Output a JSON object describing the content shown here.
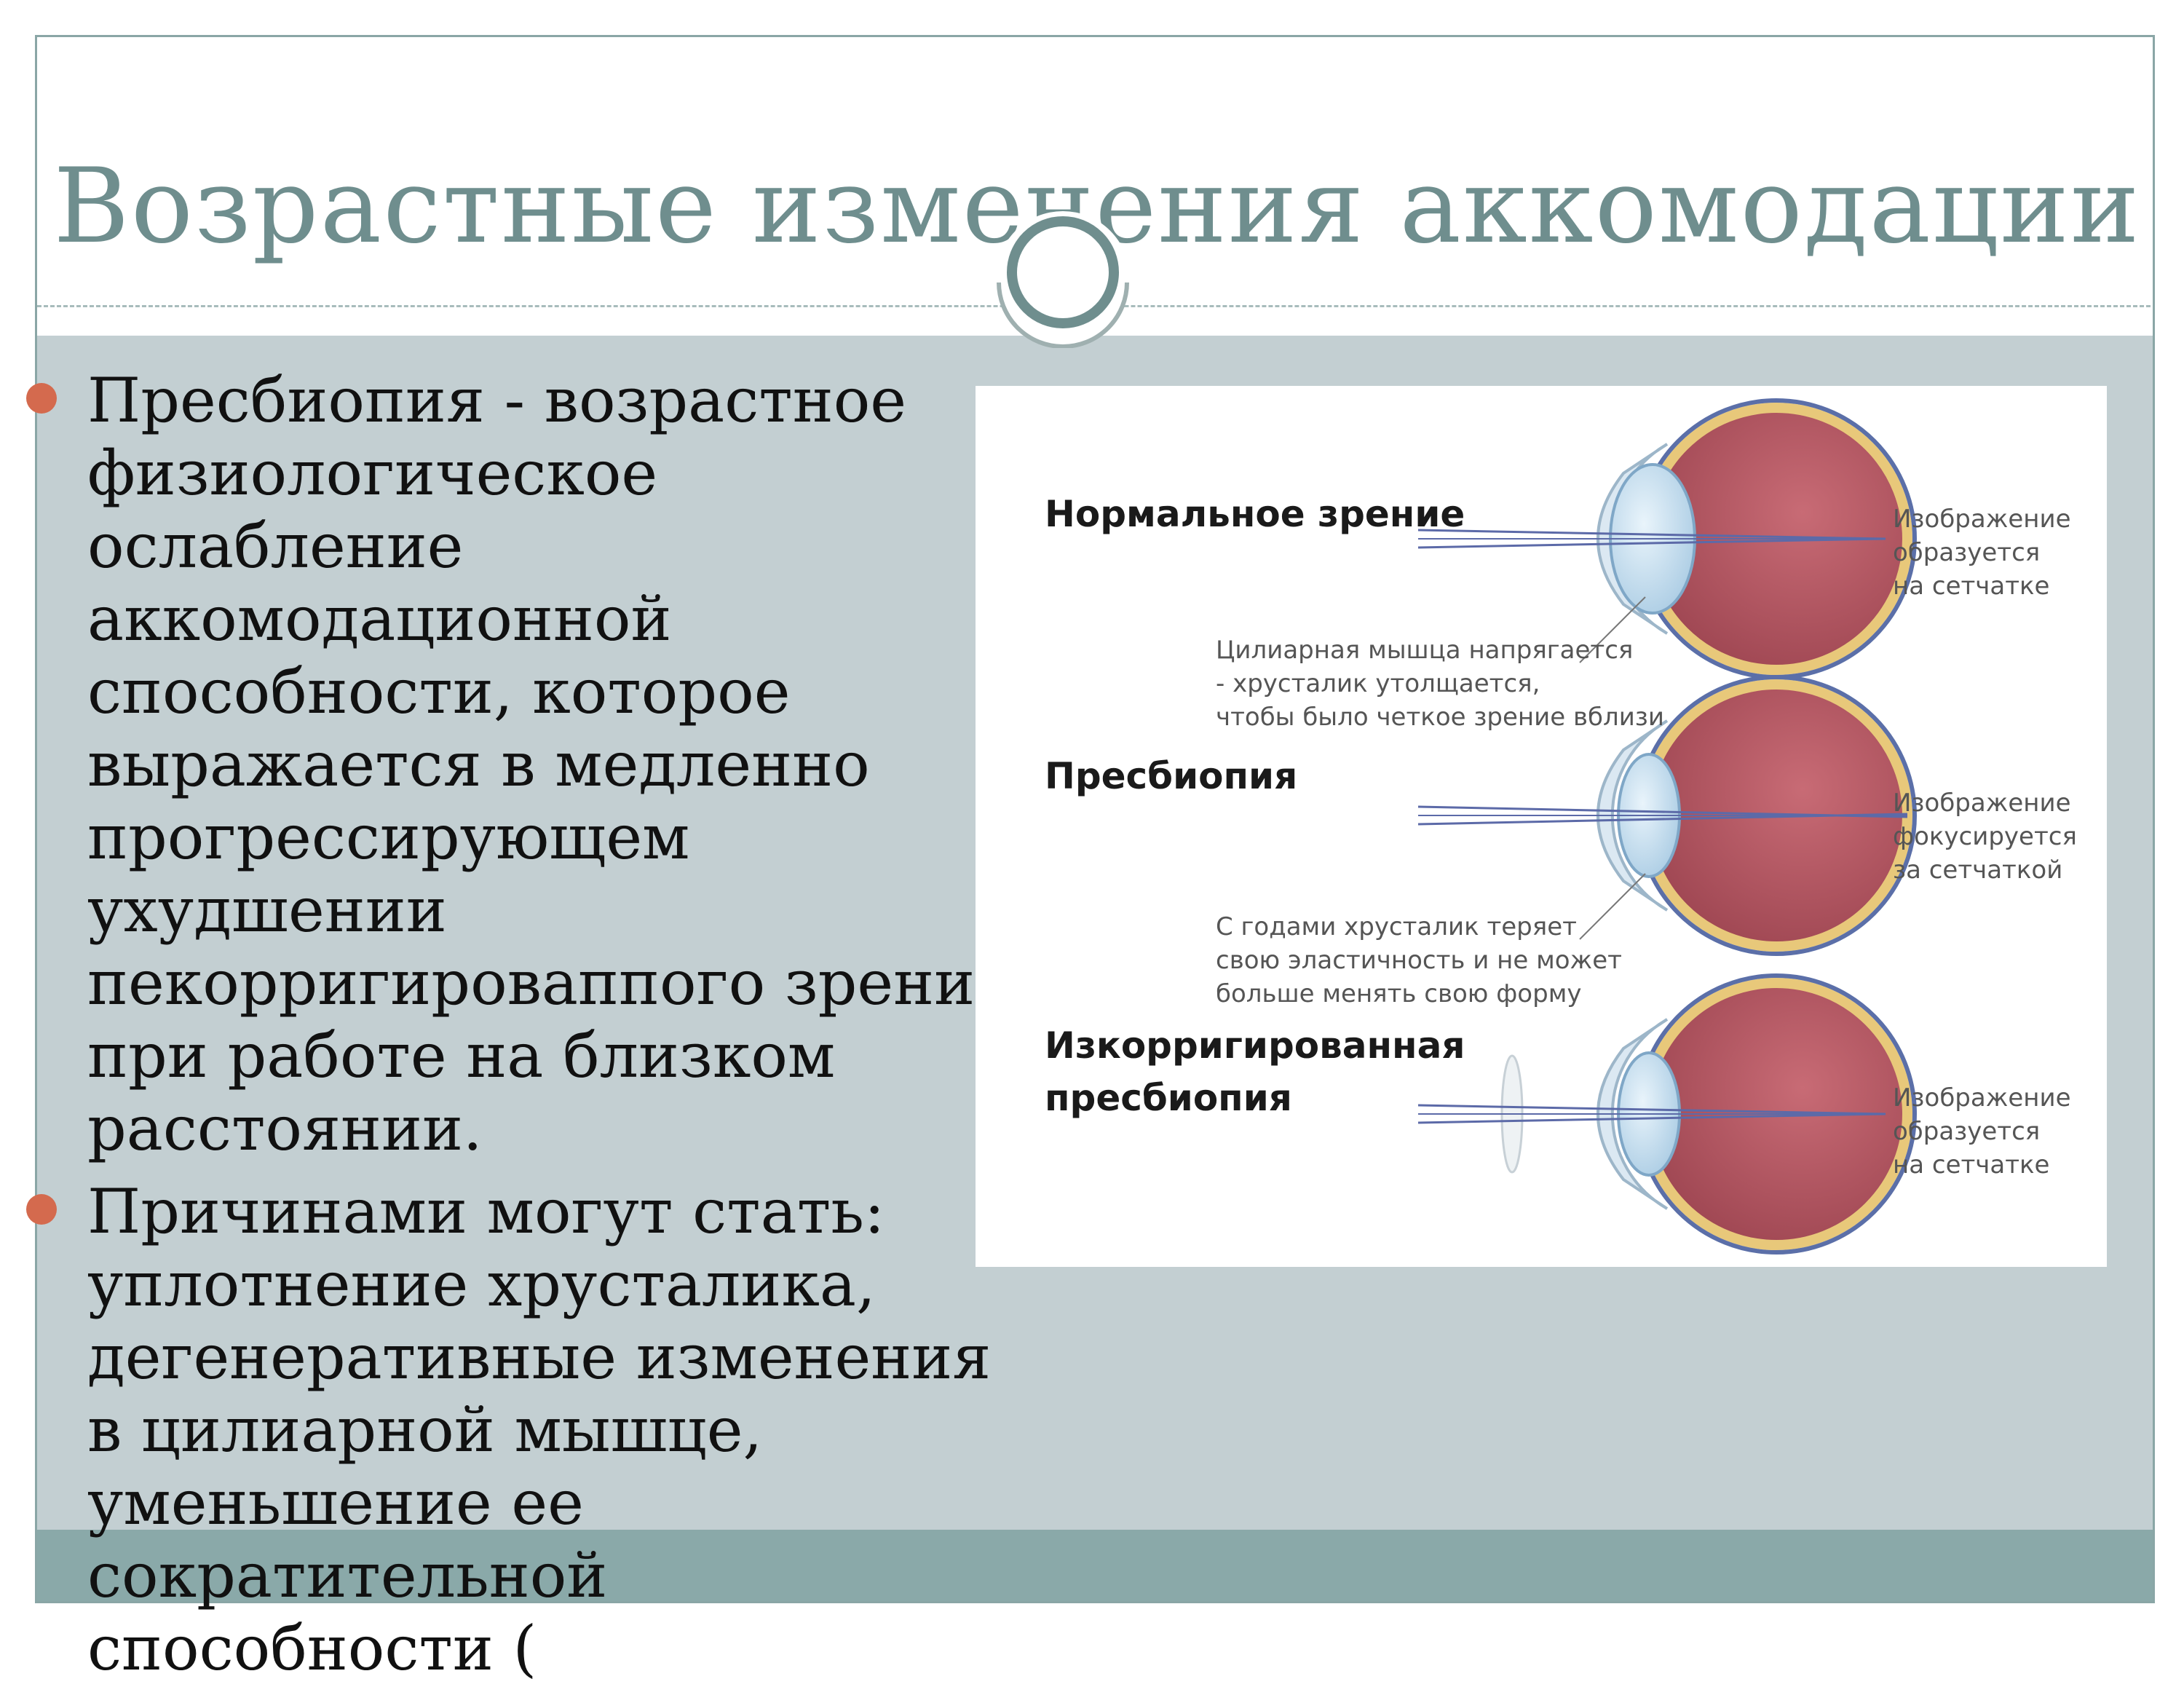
{
  "slide": {
    "title": "Возрастные изменения аккомодации"
  },
  "bullets": [
    {
      "text": "Пресбиопия - возрастное физиологическое ослабление аккомодационной способности, которое выражается в медленно прогрессирующем ухудшении пекорригироваппого зрения при работе на близком расстоянии."
    },
    {
      "text": "Причинами могут стать: уплотнение хрусталика, дегенеративные изменения в цилиарной мышце, уменьшение ее сократительной способности ("
    }
  ],
  "figure": {
    "panels": [
      {
        "heading_lines": [
          "Нормальное зрение"
        ],
        "note_lines": [
          "Цилиарная мышца напрягается",
          "- хрусталик утолщается,",
          "чтобы было четкое зрение вблизи"
        ],
        "side_lines": [
          "Изображение",
          "образуется",
          "на сетчатке"
        ]
      },
      {
        "heading_lines": [
          "Пресбиопия"
        ],
        "note_lines": [
          "С годами хрусталик теряет",
          "свою эластичность и не может",
          "больше менять свою форму"
        ],
        "side_lines": [
          "Изображение",
          "фокусируется",
          "за сетчаткой"
        ]
      },
      {
        "heading_lines": [
          "Изкорригированная",
          "пресбиопия"
        ],
        "note_lines": [],
        "side_lines": [
          "Изображение",
          "образуется",
          "на сетчатке"
        ]
      }
    ]
  },
  "colors": {
    "title": "#6f8e8e",
    "content_background": "#c3cfd2",
    "footer_band": "#8aa9a9",
    "bullet": "#d46a4e",
    "eye_body": "#b0555f",
    "eye_outline": "#5b6fa8"
  }
}
